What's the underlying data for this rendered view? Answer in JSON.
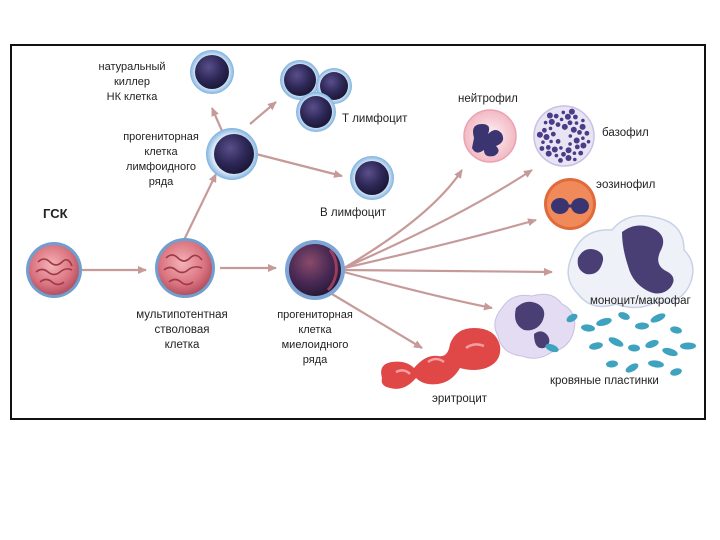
{
  "colors": {
    "arrow": "#c79a9a",
    "stem_fill": "#d9727e",
    "lymph_nucleus": "#2b2550",
    "lymph_rim": "#7fb2e0",
    "rbc": "#e04848",
    "platelet": "#3fa3c0",
    "eosinophil": "#e06a3a",
    "macrophage_nucleus": "#4a3f74"
  },
  "icons": {
    "hsc": "stem-cell-icon",
    "multipotent": "multipotent-cell-icon",
    "myeloid_progenitor": "myeloid-progenitor-icon",
    "lymphoid_progenitor": "lymphoid-progenitor-icon",
    "nk": "nk-cell-icon",
    "t_cell": "t-lymphocyte-icon",
    "b_cell": "b-lymphocyte-icon",
    "neutrophil": "neutrophil-icon",
    "basophil": "basophil-icon",
    "eosinophil": "eosinophil-icon",
    "monocyte": "monocyte-macrophage-icon",
    "platelets": "platelets-icon",
    "erythrocyte": "erythrocyte-icon"
  },
  "labels": {
    "hsc": "ГСК",
    "multipotent": [
      "мультипотентная",
      "стволовая",
      "клетка"
    ],
    "myeloid": [
      "прогениторная",
      "клетка",
      "миелоидного",
      "ряда"
    ],
    "lymphoid": [
      "прогениторная",
      "клетка",
      "лимфоидного",
      "ряда"
    ],
    "nk": [
      "натуральный",
      "киллер",
      "НК клетка"
    ],
    "t_cell": "Т лимфоцит",
    "b_cell": "В лимфоцит",
    "neutrophil": "нейтрофил",
    "basophil": "базофил",
    "eosinophil": "эозинофил",
    "monocyte": "моноцит/макрофаг",
    "platelets": "кровяные пластинки",
    "erythrocyte": "эритроцит"
  }
}
